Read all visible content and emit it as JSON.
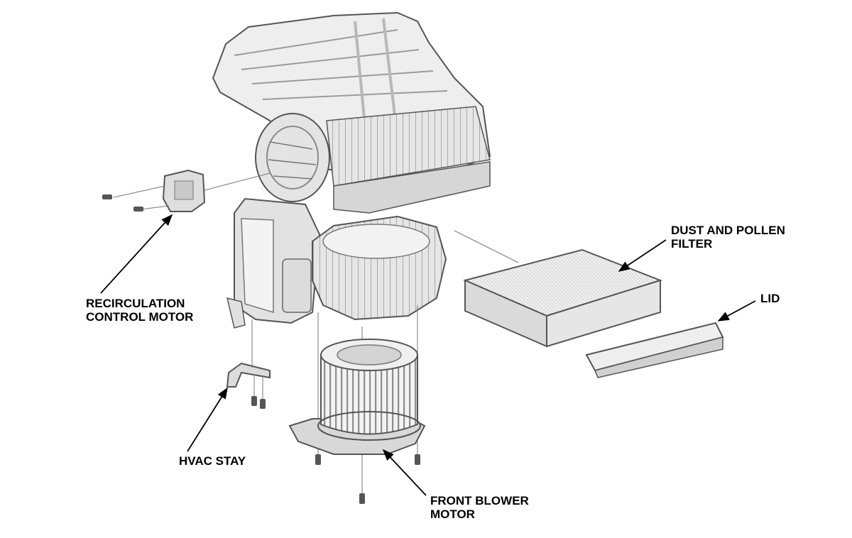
{
  "colors": {
    "background": "#ffffff",
    "part_light": "#eeeeee",
    "part_mid": "#cfcfcf",
    "part_dark": "#8a8a8a",
    "outline": "#555555",
    "leader": "#000000"
  },
  "labels": {
    "recirculation_control_motor": {
      "line1": "RECIRCULATION",
      "line2": "CONTROL MOTOR"
    },
    "dust_and_pollen_filter": {
      "line1": "DUST AND POLLEN",
      "line2": "FILTER"
    },
    "lid": {
      "line1": "LID"
    },
    "hvac_stay": {
      "line1": "HVAC STAY"
    },
    "front_blower_motor": {
      "line1": "FRONT BLOWER",
      "line2": "MOTOR"
    }
  }
}
